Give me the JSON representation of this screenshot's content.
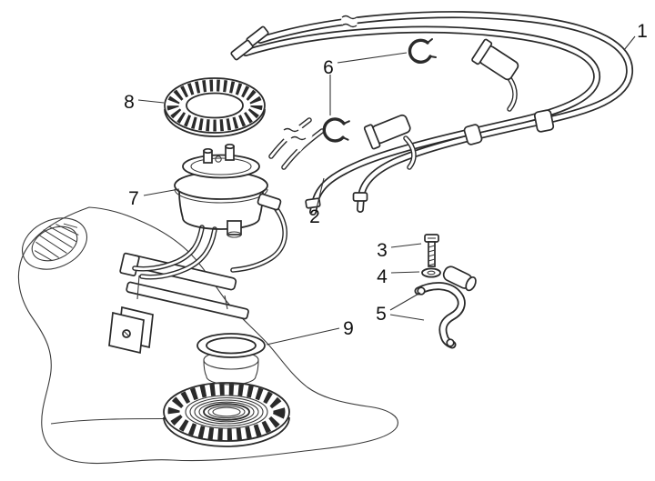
{
  "canvas": {
    "background": "#ffffff",
    "ink": "#2a2a2a"
  },
  "callouts": [
    {
      "label": "1"
    },
    {
      "label": "2"
    },
    {
      "label": "3"
    },
    {
      "label": "4"
    },
    {
      "label": "5"
    },
    {
      "label": "6"
    },
    {
      "label": "7"
    },
    {
      "label": "8"
    },
    {
      "label": "9"
    }
  ]
}
